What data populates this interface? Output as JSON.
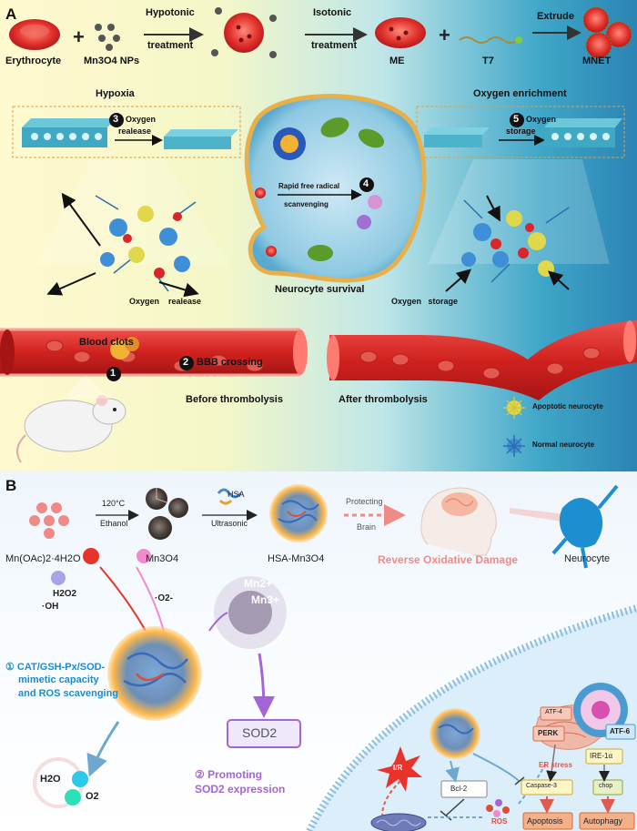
{
  "panel_a": {
    "label": "A",
    "erythrocyte": "Erythrocyte",
    "mn3o4": "Mn3O4 NPs",
    "hypotonic": [
      "Hypotonic",
      "treatment"
    ],
    "isotonic": [
      "Isotonic",
      "treatment"
    ],
    "me": "ME",
    "t7": "T7",
    "extrude": "Extrude",
    "mnet": "MNET",
    "hypoxia": "Hypoxia",
    "oxygen_enrichment": "Oxygen enrichment",
    "step3": "3",
    "step3_label": [
      "Oxygen",
      "realease"
    ],
    "step5": "5",
    "step5_label": [
      "Oxygen",
      "storage"
    ],
    "step4": "4",
    "step4_label": [
      "Rapid free radical",
      "scanvenging"
    ],
    "neurocyte_survival": "Neurocyte survival",
    "oxygen_release": "Oxygen    realease",
    "oxygen_storage": "Oxygen   storage",
    "blood_clots": "Blood clots",
    "step2": "2",
    "bbb": "BBB crossing",
    "step1": "1",
    "before": "Before thrombolysis",
    "after": "After thrombolysis",
    "apoptotic": "Apoptotic neurocyte",
    "normal": "Normal neurocyte"
  },
  "panel_b": {
    "label": "B",
    "temp": "120°C",
    "ethanol": "Ethanol",
    "hsa": "HSA",
    "ultrasonic": "Ultrasonic",
    "protecting": "Protecting",
    "brain": "Brain",
    "mn_oac": "Mn(OAc)2·4H2O",
    "mn3o4": "Mn3O4",
    "hsa_mn3o4": "HSA-Mn3O4",
    "reverse": "Reverse Oxidative Damage",
    "neurocyte": "Neurocyte",
    "h2o2": "H2O2",
    "o2_rad": "·O2-",
    "oh": "·OH",
    "mn2": "Mn2+",
    "mn3": "Mn3+",
    "cat": [
      "① CAT/GSH-Px/SOD-",
      "mimetic capacity",
      "and ROS scavenging"
    ],
    "sod2": "SOD2",
    "promote": [
      "② Promoting",
      "SOD2 expression"
    ],
    "h2o": "H2O",
    "o2": "O2",
    "ir": "I/R",
    "bcl2": "Bcl-2",
    "ros": "ROS",
    "perk": "PERK",
    "atf4": "ATF-4",
    "atf6": "ATF-6",
    "ire": "IRE-1α",
    "er_stress": "ER stress",
    "caspase": "Caspase-3",
    "chop": "chop",
    "apoptosis": "Apoptosis",
    "autophagy": "Autophagy"
  },
  "colors": {
    "rbc": "#d9262a",
    "vessel": "#c8201f",
    "accent_blue": "#1a8ccf",
    "reverse_pink": "#f08a86",
    "purple": "#a466d6"
  }
}
